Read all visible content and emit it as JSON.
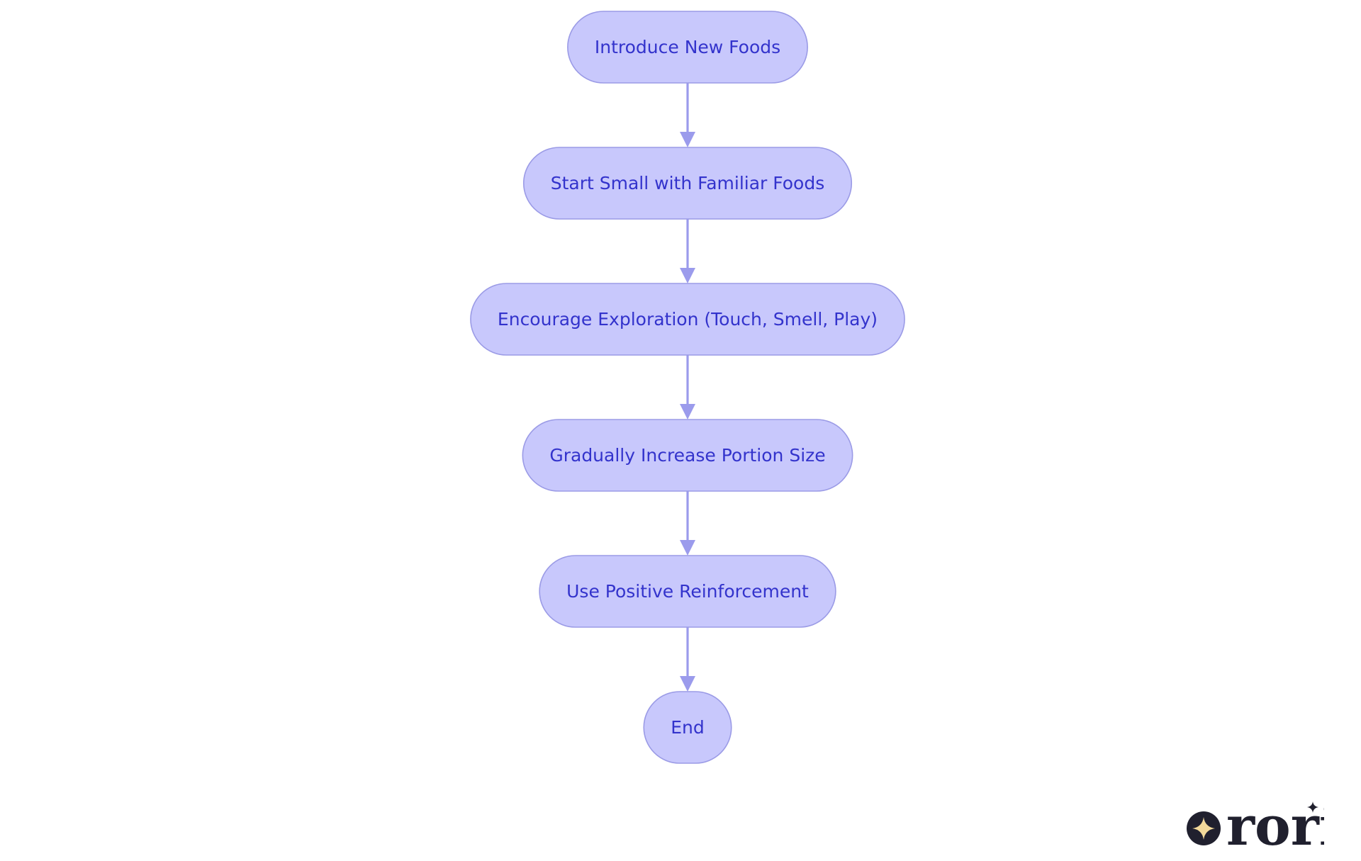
{
  "diagram": {
    "type": "flowchart",
    "direction": "top-to-bottom",
    "colors": {
      "node_fill": "#c8c8fc",
      "node_stroke": "#9b9be6",
      "node_text": "#3333cc",
      "edge": "#9b9bec"
    },
    "nodes": [
      {
        "id": "n1",
        "label": "Introduce New Foods"
      },
      {
        "id": "n2",
        "label": "Start Small with Familiar Foods"
      },
      {
        "id": "n3",
        "label": "Encourage Exploration (Touch, Smell, Play)"
      },
      {
        "id": "n4",
        "label": "Gradually Increase Portion Size"
      },
      {
        "id": "n5",
        "label": "Use Positive Reinforcement"
      },
      {
        "id": "n6",
        "label": "End"
      }
    ],
    "edges": [
      {
        "from": "n1",
        "to": "n2"
      },
      {
        "from": "n2",
        "to": "n3"
      },
      {
        "from": "n3",
        "to": "n4"
      },
      {
        "from": "n4",
        "to": "n5"
      },
      {
        "from": "n5",
        "to": "n6"
      }
    ]
  },
  "logo": {
    "text": "rori",
    "icon": "sparkle-icon",
    "colors": {
      "mark": "#20202e",
      "sparkle": "#f3d99a"
    }
  }
}
